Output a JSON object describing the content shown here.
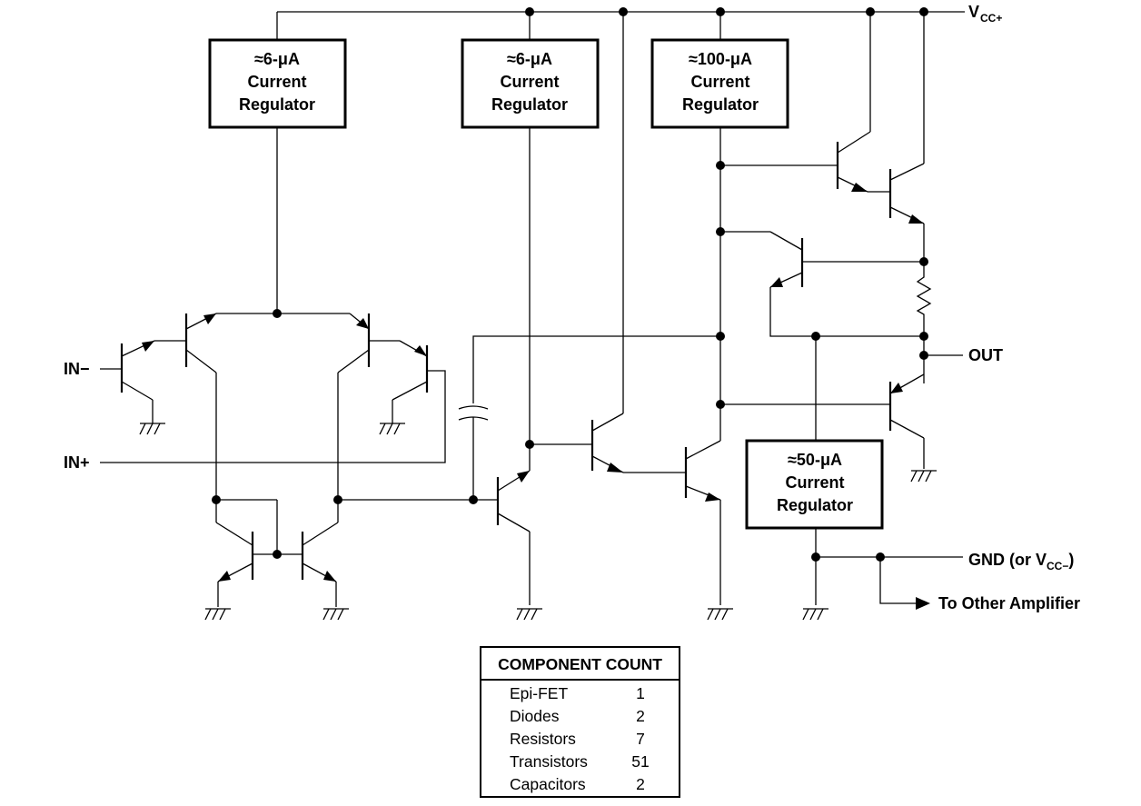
{
  "regulators": {
    "reg_a": {
      "line1": "≈6-μA",
      "line2": "Current",
      "line3": "Regulator"
    },
    "reg_b": {
      "line1": "≈6-μA",
      "line2": "Current",
      "line3": "Regulator"
    },
    "reg_c": {
      "line1": "≈100-μA",
      "line2": "Current",
      "line3": "Regulator"
    },
    "reg_d": {
      "line1": "≈50-μA",
      "line2": "Current",
      "line3": "Regulator"
    }
  },
  "labels": {
    "vcc_main": "V",
    "vcc_sub": "CC+",
    "in_minus": "IN−",
    "in_plus": "IN+",
    "out": "OUT",
    "gnd_main": "GND (or V",
    "gnd_sub": "CC−",
    "gnd_end": ")",
    "to_other": "To Other Amplifier"
  },
  "component_count": {
    "title": "COMPONENT COUNT",
    "rows": [
      {
        "name": "Epi-FET",
        "value": "1"
      },
      {
        "name": "Diodes",
        "value": "2"
      },
      {
        "name": "Resistors",
        "value": "7"
      },
      {
        "name": "Transistors",
        "value": "51"
      },
      {
        "name": "Capacitors",
        "value": "2"
      }
    ]
  }
}
